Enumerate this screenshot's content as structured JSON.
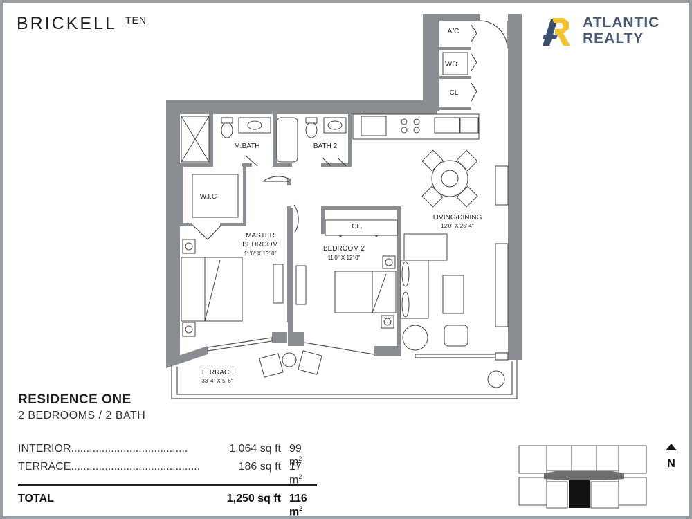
{
  "header": {
    "brand": "BRICKELL",
    "brand_sub": "TEN",
    "company_line1": "ATLANTIC",
    "company_line2": "REALTY",
    "logo_colors": {
      "blue": "#3d4f6e",
      "yellow": "#f2c230"
    }
  },
  "plan": {
    "rooms": {
      "ac": "A/C",
      "wd": "WD",
      "cl_utility": "CL",
      "master_bath": "M.BATH",
      "bath2": "BATH 2",
      "wic": "W.I.C",
      "master_bedroom_l1": "MASTER",
      "master_bedroom_l2": "BEDROOM",
      "master_bedroom_dim": "11'6\" X 13' 0\"",
      "closet": "CL.",
      "bedroom2": "BEDROOM 2",
      "bedroom2_dim": "11'0\" X 12' 0\"",
      "living": "LIVING/DINING",
      "living_dim": "12'0\" X 25' 4\"",
      "terrace": "TERRACE",
      "terrace_dim": "33' 4\" X 5' 6\""
    },
    "wall_color": "#8a8d91"
  },
  "residence": {
    "title": "RESIDENCE ONE",
    "subtitle": "2 BEDROOMS / 2 BATH"
  },
  "areas": {
    "interior_label": "INTERIOR......................................",
    "interior_sqft": "1,064 sq ft",
    "interior_m2": "99 m",
    "terrace_label": "TERRACE..........................................",
    "terrace_sqft": "186 sq ft",
    "terrace_m2": "17 m",
    "total_label": "TOTAL",
    "total_sqft": "1,250 sq ft",
    "total_m2": "116 m",
    "sq_exp": "2"
  },
  "compass": {
    "label": "N"
  }
}
